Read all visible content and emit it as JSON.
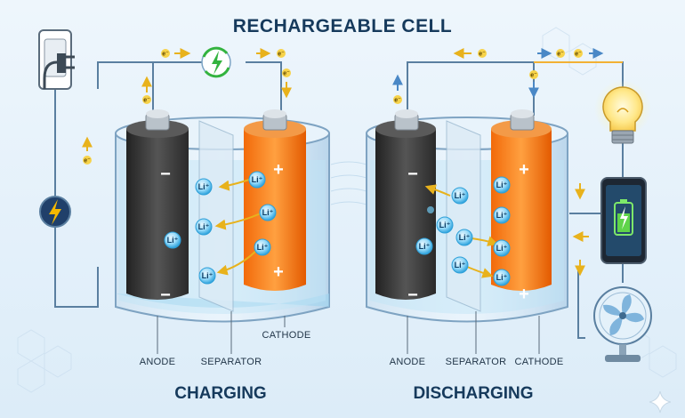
{
  "title": "RECHARGEABLE CELL",
  "labels": {
    "charging": "CHARGING",
    "discharging": "DISCHARGING",
    "anode": "ANODE",
    "separator": "SEPARATOR",
    "cathode": "CATHODE"
  },
  "glyphs": {
    "ion": "Li⁺",
    "electron": "e⁻",
    "plus": "+",
    "minus": "−"
  },
  "icons": [
    "power-plug-icon",
    "charger-bolt-icon",
    "recharge-cycle-icon",
    "light-bulb-icon",
    "smartphone-icon",
    "battery-icon",
    "fan-icon",
    "sparkle-icon"
  ],
  "colors": {
    "title": "#163a5c",
    "anode": "#3b3b3b",
    "cathode": "#f07a1c",
    "ion": "#38b6ee",
    "arrow": "#e8b21c",
    "wire": "#5a7fa0",
    "electrolyte": "#bfe4f7",
    "bolt": "#f5b800",
    "recharge": "#33b33f"
  }
}
